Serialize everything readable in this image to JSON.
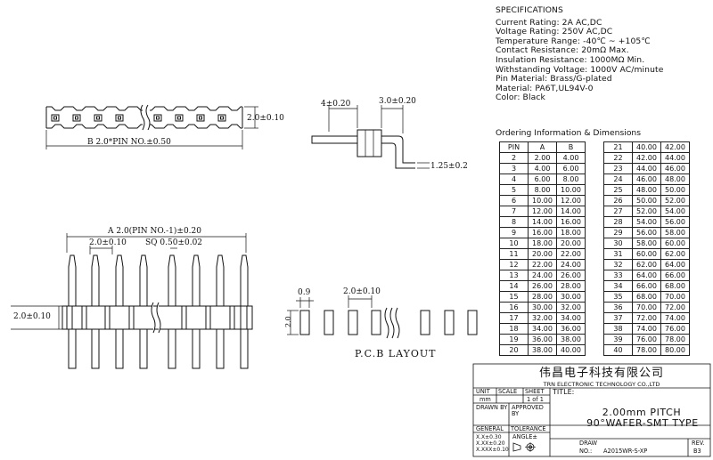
{
  "specs": {
    "heading": "SPECIFICATIONS",
    "lines": [
      "Current Rating: 2A AC,DC",
      "Voltage Rating: 250V AC,DC",
      "Temperature Range: -40℃ ~ +105℃",
      "Contact Resistance: 20mΩ Max.",
      "Insulation Resistance: 1000MΩ Min.",
      "Withstanding Voltage: 1000V AC/minute",
      "Pin Material: Brass/G-plated",
      "Material: PA6T,UL94V-0",
      "Color: Black"
    ]
  },
  "ordering": {
    "title": "Ordering Information & Dimensions",
    "headers": [
      "PIN",
      "A",
      "B"
    ],
    "rows": [
      [
        "2",
        "2.00",
        "4.00"
      ],
      [
        "3",
        "4.00",
        "6.00"
      ],
      [
        "4",
        "6.00",
        "8.00"
      ],
      [
        "5",
        "8.00",
        "10.00"
      ],
      [
        "6",
        "10.00",
        "12.00"
      ],
      [
        "7",
        "12.00",
        "14.00"
      ],
      [
        "8",
        "14.00",
        "16.00"
      ],
      [
        "9",
        "16.00",
        "18.00"
      ],
      [
        "10",
        "18.00",
        "20.00"
      ],
      [
        "11",
        "20.00",
        "22.00"
      ],
      [
        "12",
        "22.00",
        "24.00"
      ],
      [
        "13",
        "24.00",
        "26.00"
      ],
      [
        "14",
        "26.00",
        "28.00"
      ],
      [
        "15",
        "28.00",
        "30.00"
      ],
      [
        "16",
        "30.00",
        "32.00"
      ],
      [
        "17",
        "32.00",
        "34.00"
      ],
      [
        "18",
        "34.00",
        "36.00"
      ],
      [
        "19",
        "36.00",
        "38.00"
      ],
      [
        "20",
        "38.00",
        "40.00"
      ],
      [
        "21",
        "40.00",
        "42.00"
      ],
      [
        "22",
        "42.00",
        "44.00"
      ],
      [
        "23",
        "44.00",
        "46.00"
      ],
      [
        "24",
        "46.00",
        "48.00"
      ],
      [
        "25",
        "48.00",
        "50.00"
      ],
      [
        "26",
        "50.00",
        "52.00"
      ],
      [
        "27",
        "52.00",
        "54.00"
      ],
      [
        "28",
        "54.00",
        "56.00"
      ],
      [
        "29",
        "56.00",
        "58.00"
      ],
      [
        "30",
        "58.00",
        "60.00"
      ],
      [
        "31",
        "60.00",
        "62.00"
      ],
      [
        "32",
        "62.00",
        "64.00"
      ],
      [
        "33",
        "64.00",
        "66.00"
      ],
      [
        "34",
        "66.00",
        "68.00"
      ],
      [
        "35",
        "68.00",
        "70.00"
      ],
      [
        "36",
        "70.00",
        "72.00"
      ],
      [
        "37",
        "72.00",
        "74.00"
      ],
      [
        "38",
        "74.00",
        "76.00"
      ],
      [
        "39",
        "76.00",
        "78.00"
      ],
      [
        "40",
        "78.00",
        "80.00"
      ]
    ]
  },
  "dims": {
    "top_height": "2.0±0.10",
    "top_b": "B  2.0*PIN NO.±0.50",
    "side_4": "4±0.20",
    "side_3": "3.0±0.20",
    "side_125": "1.25±0.2",
    "front_a": "A  2.0(PIN NO.-1)±0.20",
    "front_pitch": "2.0±0.10",
    "front_sq": "SQ 0.50±0.02",
    "front_height": "2.0±0.10",
    "pcb_09": "0.9",
    "pcb_pitch": "2.0±0.10",
    "pcb_20": "2.0",
    "pcb_title": "P.C.B LAYOUT"
  },
  "titleblock": {
    "company_cn": "伟昌电子科技有限公司",
    "company_en": "TRN ELECTRONIC TECHNOLOGY CO.,LTD",
    "unit_label": "UNIT",
    "unit_value": "mm",
    "scale_label": "SCALE",
    "sheet_label": "SHEET",
    "sheet_value": "1 of 1",
    "title_label": "TITLE:",
    "drawn_label": "DRAWN BY",
    "approved_label": "APPROVED BY",
    "title_line1": "2.00mm PITCH",
    "title_line2": "90°WAFER-SMT TYPE",
    "general_label": "GENERAL",
    "tolerance_label": "TOLERANCE",
    "tol_1": "X.X±0.30",
    "tol_2": "X.XX±0.20",
    "tol_3": "X.XXX±0.10",
    "angle_label": "ANGLE±",
    "draw_label": "DRAW",
    "no_label": "NO.:",
    "drawing_no": "A2015WR-S-XP",
    "rev_label": "REV.",
    "rev_value": "B3"
  }
}
